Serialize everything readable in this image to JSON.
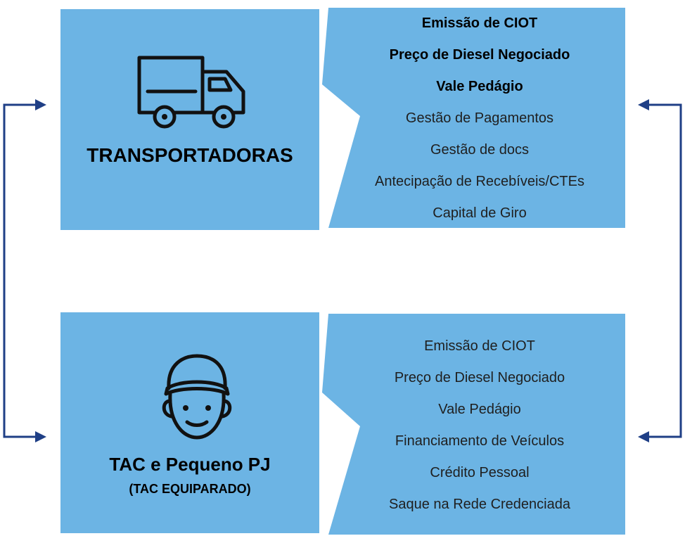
{
  "colors": {
    "box_fill": "#6cb4e4",
    "arrow": "#1f3f86",
    "icon_stroke": "#111111"
  },
  "top": {
    "icon": "truck-icon",
    "title": "TRANSPORTADORAS",
    "items": [
      "Emissão de CIOT",
      "Preço de Diesel Negociado",
      "Vale Pedágio",
      "Gestão de Pagamentos",
      "Gestão de docs",
      "Antecipação de Recebíveis/CTEs",
      "Capital de Giro"
    ]
  },
  "bottom": {
    "icon": "driver-face-icon",
    "title": "TAC e Pequeno PJ",
    "subtitle": "(TAC EQUIPARADO)",
    "items": [
      "Emissão de CIOT",
      "Preço de Diesel Negociado",
      "Vale Pedágio",
      "Financiamento de Veículos",
      "Crédito Pessoal",
      "Saque na Rede Credenciada"
    ]
  }
}
